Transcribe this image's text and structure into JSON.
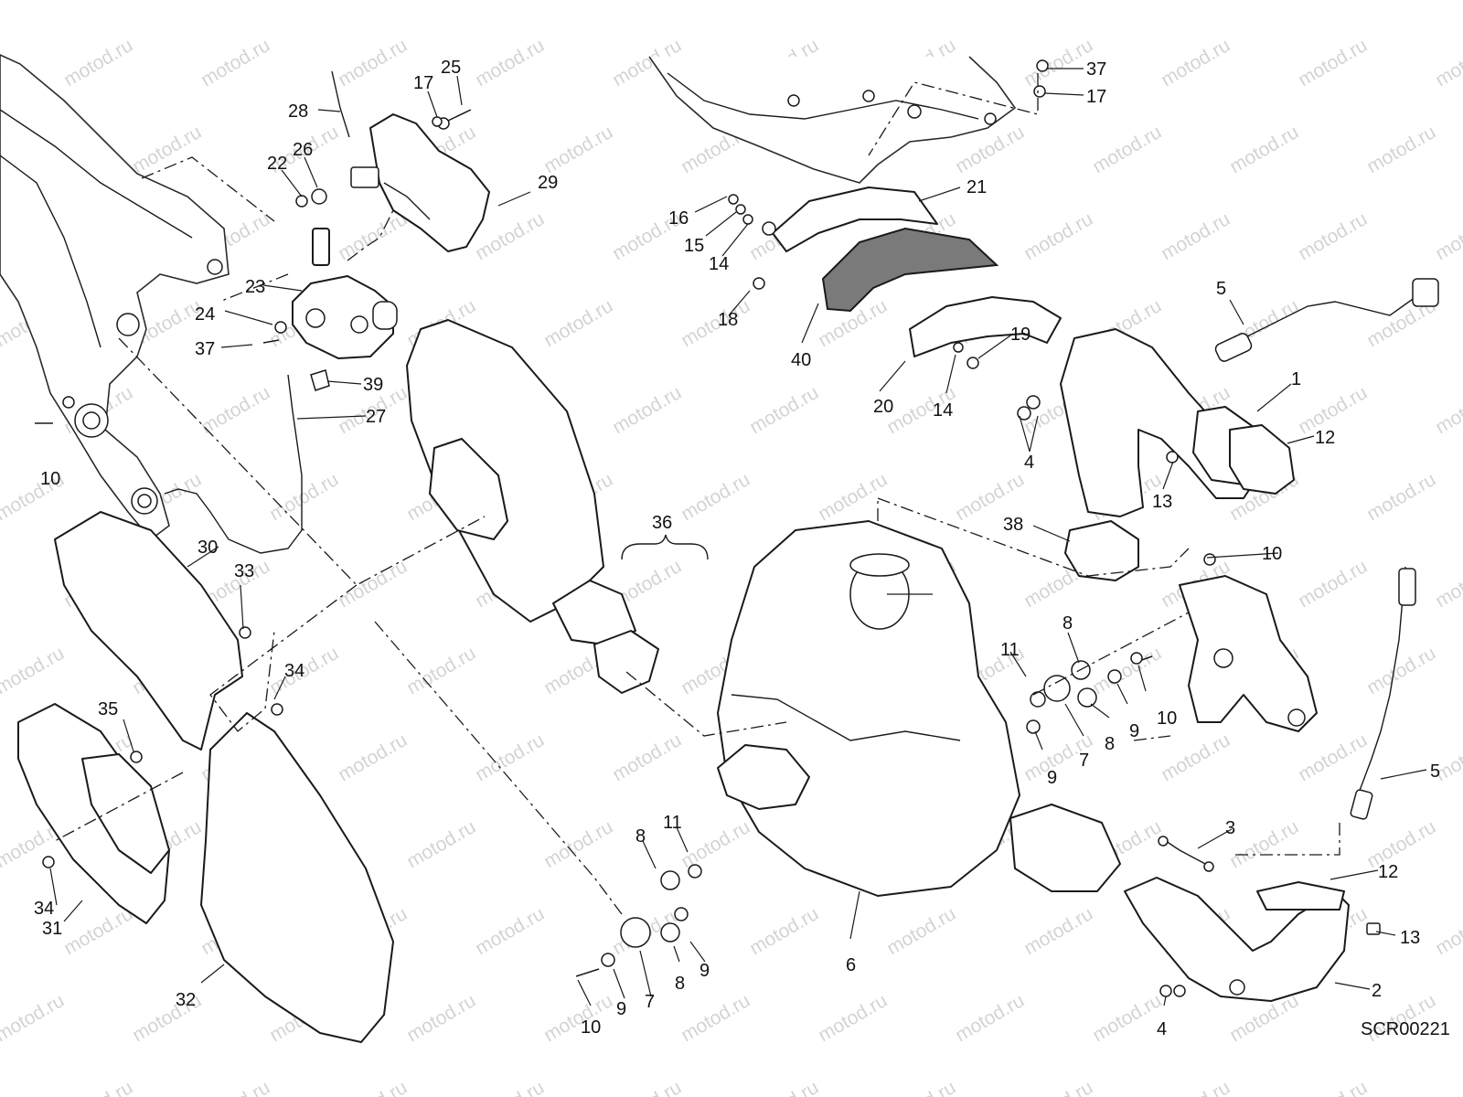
{
  "watermark": "motod.ru",
  "drawing_code": "SCR00221",
  "callouts": [
    {
      "label": "37"
    },
    {
      "label": "17"
    },
    {
      "label": "25"
    },
    {
      "label": "17"
    },
    {
      "label": "28"
    },
    {
      "label": "22"
    },
    {
      "label": "26"
    },
    {
      "label": "29"
    },
    {
      "label": "21"
    },
    {
      "label": "16"
    },
    {
      "label": "15"
    },
    {
      "label": "14"
    },
    {
      "label": "23"
    },
    {
      "label": "24"
    },
    {
      "label": "37"
    },
    {
      "label": "18"
    },
    {
      "label": "40"
    },
    {
      "label": "5"
    },
    {
      "label": "19"
    },
    {
      "label": "39"
    },
    {
      "label": "27"
    },
    {
      "label": "20"
    },
    {
      "label": "14"
    },
    {
      "label": "1"
    },
    {
      "label": "12"
    },
    {
      "label": "10"
    },
    {
      "label": "4"
    },
    {
      "label": "13"
    },
    {
      "label": "38"
    },
    {
      "label": "36"
    },
    {
      "label": "30"
    },
    {
      "label": "33"
    },
    {
      "label": "10"
    },
    {
      "label": "8"
    },
    {
      "label": "11"
    },
    {
      "label": "34"
    },
    {
      "label": "10"
    },
    {
      "label": "35"
    },
    {
      "label": "9"
    },
    {
      "label": "7"
    },
    {
      "label": "8"
    },
    {
      "label": "9"
    },
    {
      "label": "5"
    },
    {
      "label": "3"
    },
    {
      "label": "11"
    },
    {
      "label": "8"
    },
    {
      "label": "34"
    },
    {
      "label": "31"
    },
    {
      "label": "12"
    },
    {
      "label": "6"
    },
    {
      "label": "13"
    },
    {
      "label": "9"
    },
    {
      "label": "8"
    },
    {
      "label": "2"
    },
    {
      "label": "32"
    },
    {
      "label": "10"
    },
    {
      "label": "9"
    },
    {
      "label": "7"
    },
    {
      "label": "4"
    }
  ]
}
